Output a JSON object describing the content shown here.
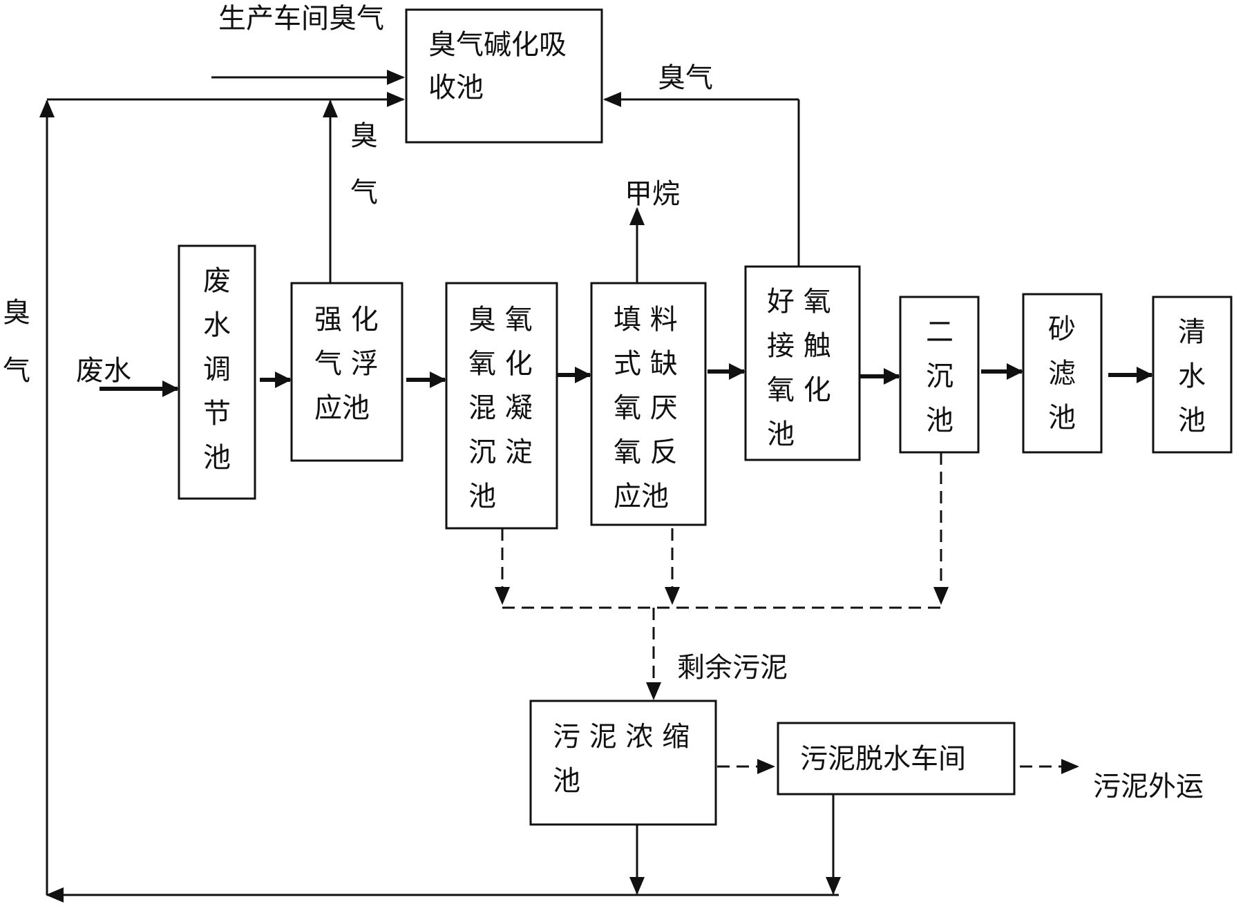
{
  "units": {
    "gas_absorption": {
      "lines": [
        "臭气碱化吸",
        "收池"
      ]
    },
    "regulation": {
      "lines": [
        "废",
        "水",
        "调",
        "节",
        "池"
      ]
    },
    "flotation": {
      "lines": [
        "强 化",
        "气 浮",
        "应池"
      ]
    },
    "ozone": {
      "lines": [
        "臭 氧",
        "氧 化",
        "混 凝",
        "沉 淀",
        "池"
      ]
    },
    "anoxic": {
      "lines": [
        "填 料",
        "式 缺",
        "氧 厌",
        "氧 反",
        "应池"
      ]
    },
    "aerobic": {
      "lines": [
        "好 氧",
        "接 触",
        "氧 化",
        "池"
      ]
    },
    "secondary": {
      "lines": [
        "二",
        "沉",
        "池"
      ]
    },
    "sand": {
      "lines": [
        "砂",
        "滤",
        "池"
      ]
    },
    "clear": {
      "lines": [
        "清",
        "水",
        "池"
      ]
    },
    "thickener": {
      "lines": [
        "污 泥 浓 缩",
        "池"
      ]
    },
    "dewater": {
      "lines": [
        "污泥脱水车间"
      ]
    }
  },
  "labels": {
    "workshop_odor": "生产车间臭气",
    "odor_right": "臭气",
    "odor_mid_1": "臭",
    "odor_mid_2": "气",
    "odor_left_1": "臭",
    "odor_left_2": "气",
    "methane": "甲烷",
    "wastewater": "废水",
    "surplus_sludge": "剩余污泥",
    "sludge_out": "污泥外运"
  }
}
